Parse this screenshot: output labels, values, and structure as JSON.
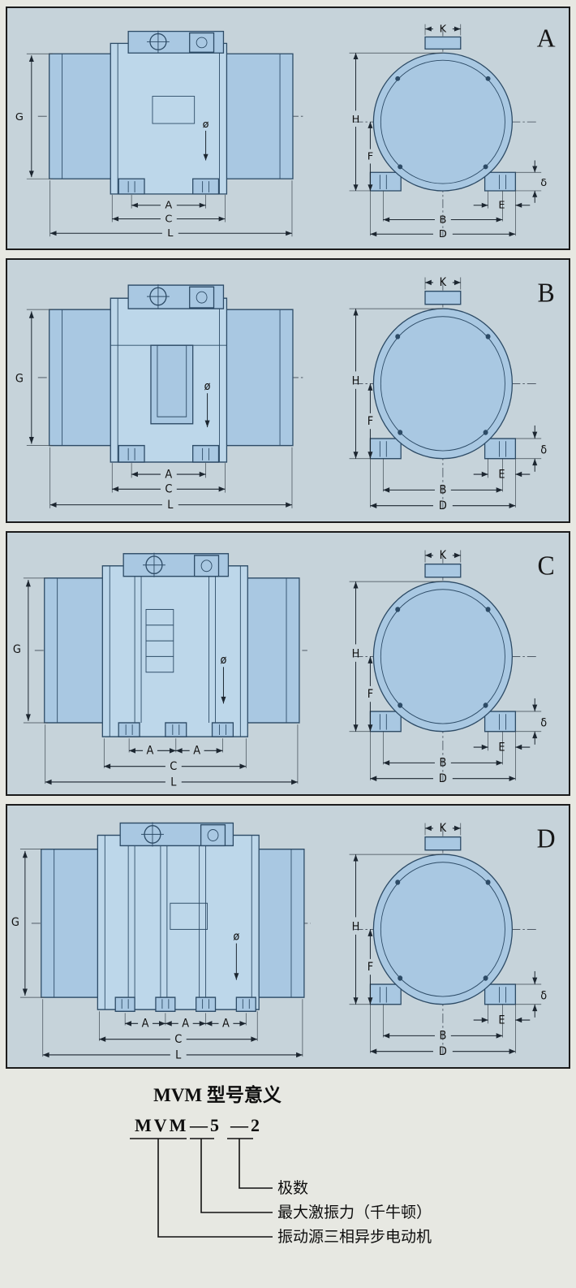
{
  "colors": {
    "page-bg": "#e7e8e2",
    "panel-bg": "#c6d3da",
    "part-fill": "#a9c8e2",
    "part-fill-light": "#bdd7ea",
    "line-dark": "#2d4b66",
    "dim-color": "#1c2630",
    "text-color": "#111111"
  },
  "dims": {
    "A": "A",
    "B": "B",
    "C": "C",
    "D": "D",
    "E": "E",
    "F": "F",
    "G": "G",
    "H": "H",
    "K": "K",
    "L": "L",
    "phi": "ø",
    "delta": "δ"
  },
  "panels": [
    {
      "label": "A"
    },
    {
      "label": "B"
    },
    {
      "label": "C"
    },
    {
      "label": "D"
    }
  ],
  "legend": {
    "title": "MVM 型号意义",
    "model_prefix": "MVM",
    "model_force": "—5",
    "model_poles": "—2",
    "items": [
      "极数",
      "最大激振力（千牛顿）",
      "振动源三相异步电动机"
    ]
  }
}
